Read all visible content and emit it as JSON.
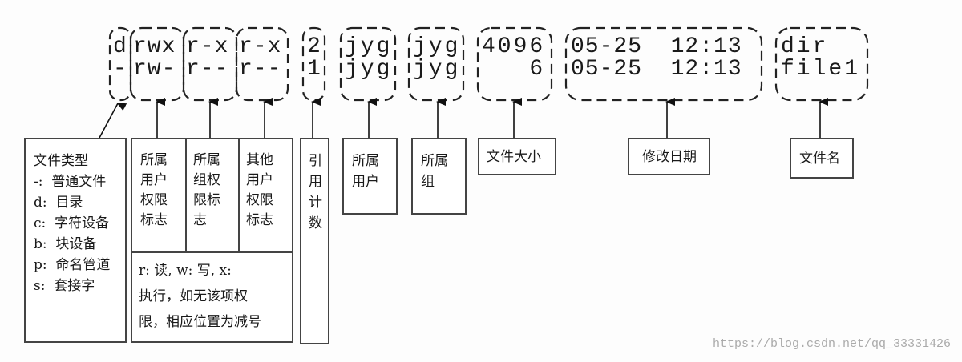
{
  "listing": {
    "type": [
      "d",
      "-"
    ],
    "owner_perm": [
      "rwx",
      "rw-"
    ],
    "group_perm": [
      "r-x",
      "r--"
    ],
    "other_perm": [
      "r-x",
      "r--"
    ],
    "links": [
      "2",
      "1"
    ],
    "owner": [
      "jyg",
      "jyg"
    ],
    "group": [
      "jyg",
      "jyg"
    ],
    "size": [
      "4096",
      "   6"
    ],
    "date": [
      "05-25  12:13",
      "05-25  12:13"
    ],
    "name": [
      "dir",
      "file1"
    ]
  },
  "labels": {
    "file_type": [
      "文件类型",
      "-:  普通文件",
      "d:  目录",
      "c:  字符设备",
      "b:  块设备",
      "p:  命名管道",
      "s:  套接字"
    ],
    "owner_perm": [
      "所属",
      "用户",
      "权限",
      "标志"
    ],
    "group_perm": [
      "所属",
      "组权",
      "限标",
      "志"
    ],
    "other_perm": [
      "其他",
      "用户",
      "权限",
      "标志"
    ],
    "perm_note": [
      "r: 读, w: 写, x:",
      "执行，如无该项权",
      "限，相应位置为减号"
    ],
    "links": [
      "引",
      "用",
      "计",
      "数"
    ],
    "owner": [
      "所属",
      "用户"
    ],
    "group": [
      "所属",
      "组"
    ],
    "size": "文件大小",
    "date": "修改日期",
    "name": "文件名"
  },
  "watermark": "https://blog.csdn.net/qq_33331426"
}
